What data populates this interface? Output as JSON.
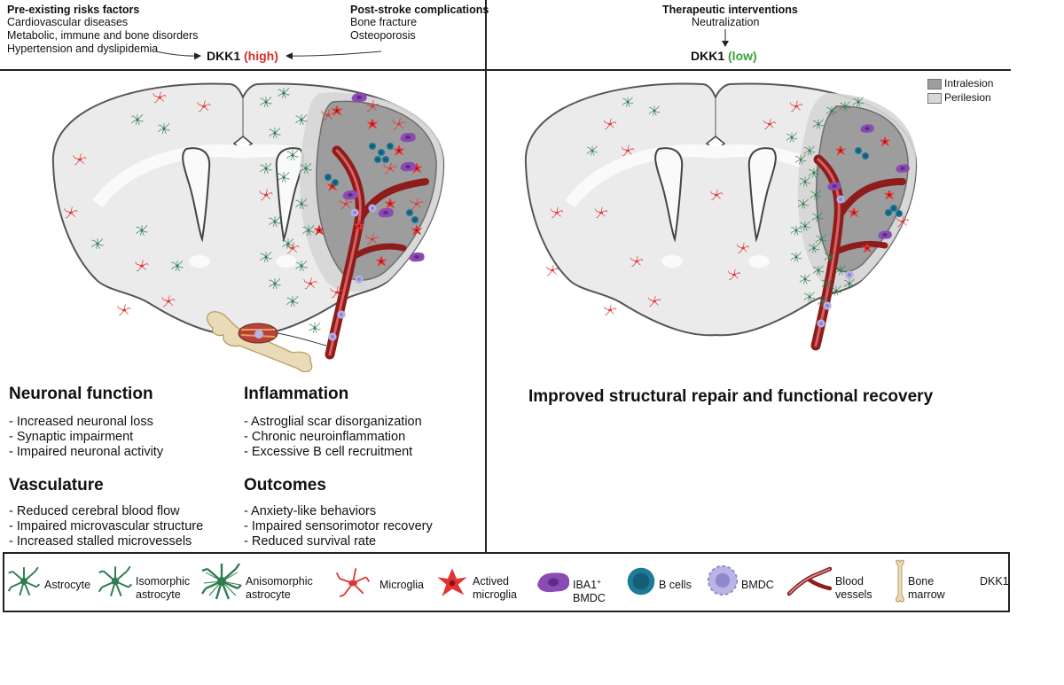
{
  "left_header": {
    "risk_title": "Pre-existing risks factors",
    "risk_items": [
      "Cardiovascular diseases",
      "Metabolic, immune and bone disorders",
      "Hypertension and dyslipidemia"
    ],
    "post_title": "Post-stroke complications",
    "post_items": [
      "Bone fracture",
      "Osteoporosis"
    ],
    "dkk_label": "DKK1",
    "dkk_level": "(high)"
  },
  "right_header": {
    "title": "Therapeutic interventions",
    "item": "Neutralization",
    "dkk_label": "DKK1",
    "dkk_level": "(low)"
  },
  "lesion_key": [
    "Intralesion",
    "Perilesion"
  ],
  "sections": {
    "neuronal": {
      "title": "Neuronal function",
      "items": [
        "- Increased neuronal loss",
        "- Synaptic impairment",
        "- Impaired neuronal activity"
      ]
    },
    "vasculature": {
      "title": "Vasculature",
      "items": [
        "- Reduced cerebral blood flow",
        "- Impaired microvascular structure",
        "- Increased stalled microvessels"
      ]
    },
    "inflammation": {
      "title": "Inflammation",
      "items": [
        "- Astroglial scar disorganization",
        "- Chronic neuroinflammation",
        "- Excessive B cell recruitment"
      ]
    },
    "outcomes": {
      "title": "Outcomes",
      "items": [
        "- Anxiety-like behaviors",
        "- Impaired sensorimotor recovery",
        "- Reduced survival rate"
      ]
    }
  },
  "right_conclusion": "Improved structural repair and functional recovery",
  "legend": {
    "astrocyte": [
      "Astrocyte"
    ],
    "isomorphic": [
      "Isomorphic",
      "astrocyte"
    ],
    "anisomorphic": [
      "Anisomorphic",
      "astrocyte"
    ],
    "microglia": [
      "Microglia"
    ],
    "actived": [
      "Actived",
      "microglia"
    ],
    "iba1": [
      "IBA1",
      "BMDC"
    ],
    "iba1_sup": "+",
    "bcells": [
      "B cells"
    ],
    "bmdc": [
      "BMDC"
    ],
    "vessels": [
      "Blood",
      "vessels"
    ],
    "bone": [
      "Bone",
      "marrow"
    ],
    "dkk1": [
      "DKK1"
    ]
  },
  "colors": {
    "high": "#d0312d",
    "low": "#3aa03a",
    "astro_green": "#2f7d4f",
    "microglia_red": "#e33434",
    "iba1_purple": "#8a4bb3",
    "bcell_blue": "#1f7a99",
    "bmdc_lavender": "#b9b4e6",
    "vessel_red": "#8e1c1c",
    "bone": "#eadbb8",
    "dkk1_orange": "#f08a1c",
    "intralesion": "#9d9d9d",
    "perilesion": "#d8d8d8"
  },
  "icons": [
    "astrocyte-icon",
    "isomorphic-astrocyte-icon",
    "anisomorphic-astrocyte-icon",
    "microglia-icon",
    "activated-microglia-icon",
    "iba1-bmdc-icon",
    "b-cell-icon",
    "bmdc-icon",
    "blood-vessel-icon",
    "bone-marrow-icon",
    "dkk1-icon"
  ]
}
